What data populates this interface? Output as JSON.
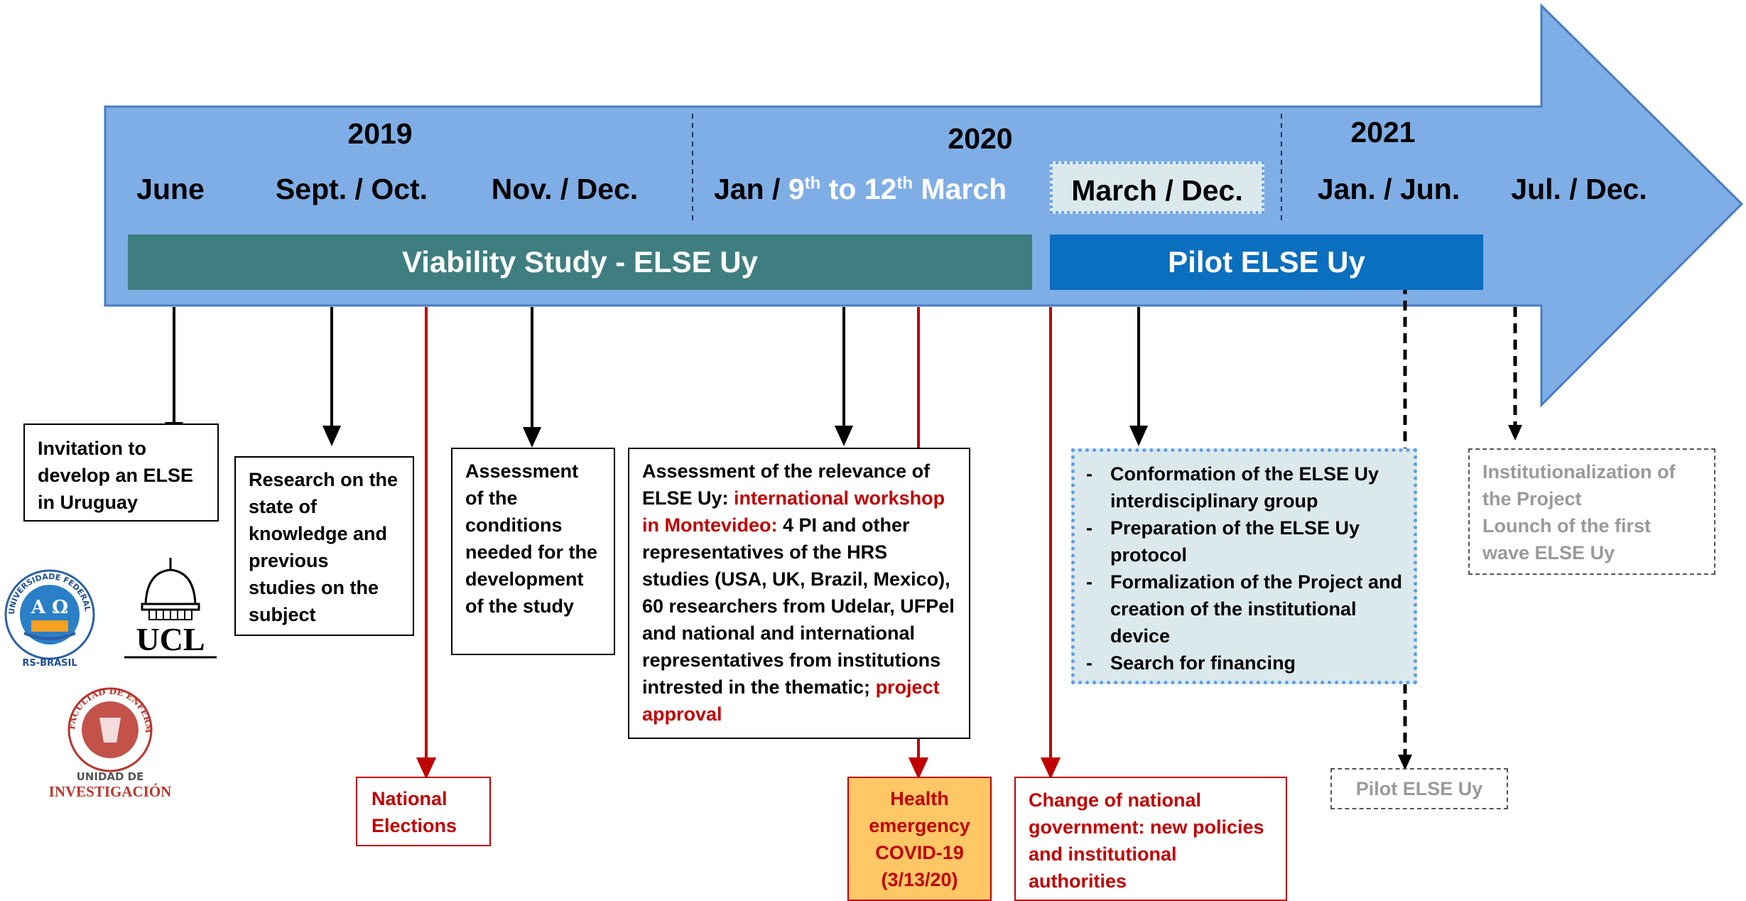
{
  "colors": {
    "arrow_fill": "#7faee6",
    "arrow_stroke": "#4a7cc2",
    "viability_bar": "#3f7e80",
    "pilot_bar": "#0b6fbf",
    "red": "#c00000",
    "covid_box": "#ffc765",
    "pilot_list_bg": "#dce9ec",
    "pilot_list_border": "#5a9de8",
    "grey_text": "#9a9a9a"
  },
  "timeline": {
    "years": {
      "y2019": "2019",
      "y2020": "2020",
      "y2021": "2021"
    },
    "periods": {
      "june": "June",
      "sept_oct": "Sept. / Oct.",
      "nov_dec": "Nov. / Dec.",
      "jan_prefix": "Jan /",
      "march_9": "9",
      "march_th1": "th",
      "march_to": " to 12",
      "march_th2": "th",
      "march_word": " March",
      "march_dec": "March / Dec.",
      "jan_jun": "Jan. / Jun.",
      "jul_dec": "Jul. / Dec."
    },
    "phases": {
      "viability": "Viability Study - ELSE Uy",
      "pilot": "Pilot ELSE Uy"
    }
  },
  "boxes": {
    "invitation": "Invitation to develop an ELSE in Uruguay",
    "research": "Research on the state of knowledge and previous studies on the subject",
    "conditions": "Assessment of the conditions needed for the development of the study",
    "relevance": {
      "part1": "Assessment of the relevance of ELSE Uy: ",
      "part2_red": "international workshop in Montevideo:",
      "part3": " 4 PI and other representatives of the HRS studies (USA, UK, Brazil, Mexico), 60 researchers from Udelar, UFPel and national and international representatives from institutions  intrested in the thematic; ",
      "part4_red": "project approval"
    },
    "pilot_list": [
      "Conformation of the ELSE Uy interdisciplinary group",
      "Preparation of the ELSE Uy protocol",
      "Formalization of the Project and creation of the institutional device",
      "Search for financing"
    ],
    "institutionalization": {
      "line1": "Institutionalization of the Project",
      "line2": "Lounch of the first wave ELSE Uy"
    },
    "pilot_else": "Pilot ELSE Uy",
    "national_elections": "National Elections",
    "covid": {
      "line1": "Health emergency COVID-19",
      "line2": "(3/13/20)"
    },
    "government": "Change of national government: new policies and institutional authorities"
  },
  "logos": {
    "ufpel_ring": "UNIVERSIDADE FEDERAL DE PELOTAS",
    "ufpel_bottom": "RS-BRASIL",
    "ucl": "UCL",
    "fenf_ring": "FACULTAD DE ENFERMERIA",
    "fenf_line1": "UNIDAD DE",
    "fenf_line2": "INVESTIGACIÓN"
  }
}
